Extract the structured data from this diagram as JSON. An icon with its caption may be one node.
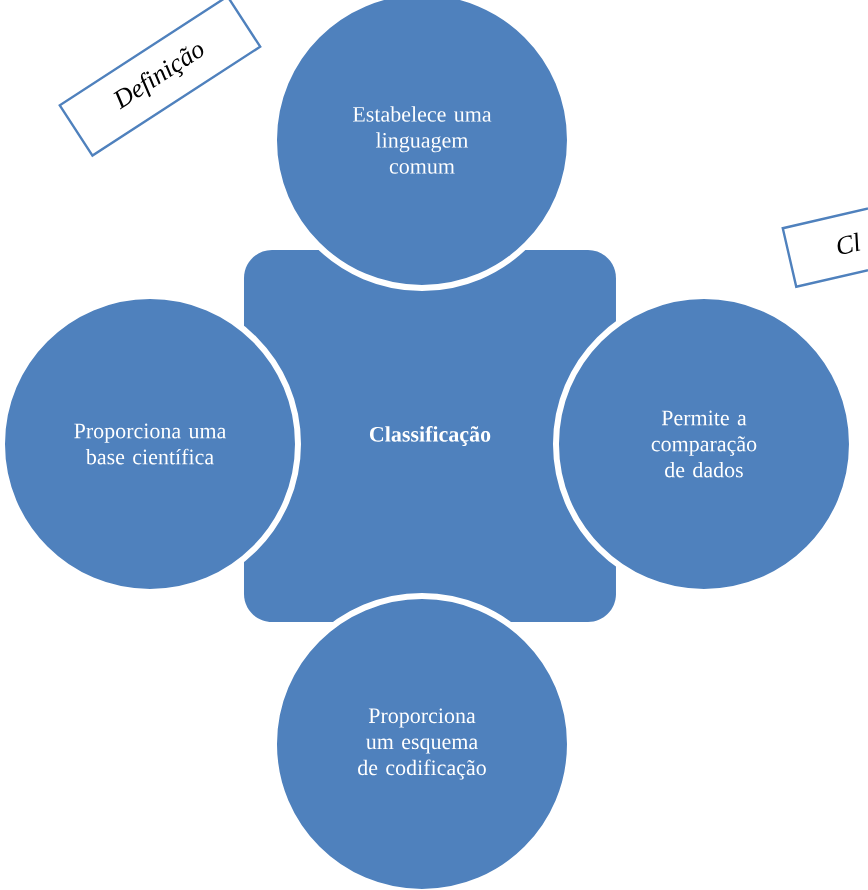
{
  "diagram": {
    "nodes": [
      {
        "text": [
          "Definição"
        ]
      },
      {
        "text": [
          "Estabelece uma linguagem comum"
        ]
      },
      {
        "text": [
          "Cl"
        ]
      },
      {
        "text": [
          "Proporciona uma base científica"
        ]
      },
      {
        "text": [
          "Classificação"
        ]
      },
      {
        "text": [
          "Permite a comparação de dados"
        ]
      },
      {
        "text": [
          "Proporciona um esquema de codificação"
        ]
      }
    ]
  }
}
